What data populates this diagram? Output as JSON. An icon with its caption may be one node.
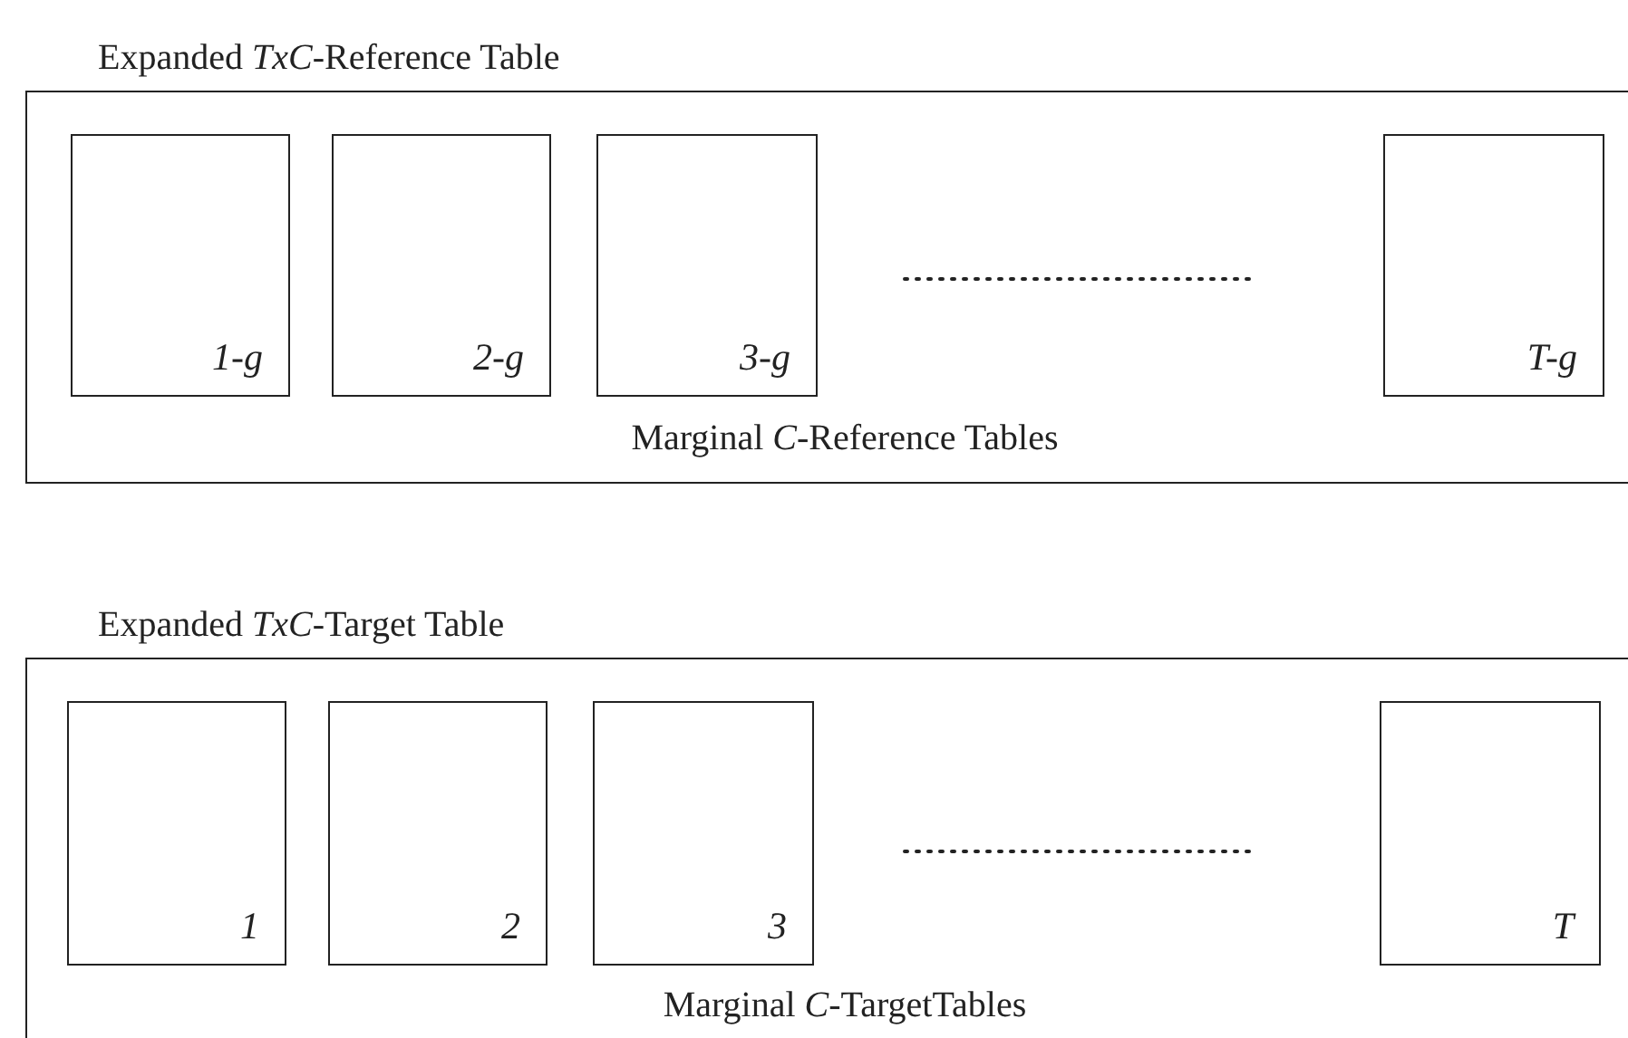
{
  "diagram": {
    "nodes": [
      {
        "text": [
          "Expanded *TxC*-Reference Table",
          "Marginal *C*-Reference Tables"
        ]
      },
      {
        "text": [
          "1-g"
        ],
        "in": 0
      },
      {
        "text": [
          "2-g"
        ],
        "in": 0
      },
      {
        "text": [
          "3-g"
        ],
        "in": 0
      },
      {
        "text": [
          "T-g"
        ],
        "in": 0
      },
      {
        "text": [
          "Expanded *TxC*-Target Table",
          "Marginal *C*-TargetTables"
        ]
      },
      {
        "text": [
          "1"
        ],
        "in": 5
      },
      {
        "text": [
          "2"
        ],
        "in": 5
      },
      {
        "text": [
          "3"
        ],
        "in": 5
      },
      {
        "text": [
          "T"
        ],
        "in": 5
      }
    ],
    "edges": []
  }
}
